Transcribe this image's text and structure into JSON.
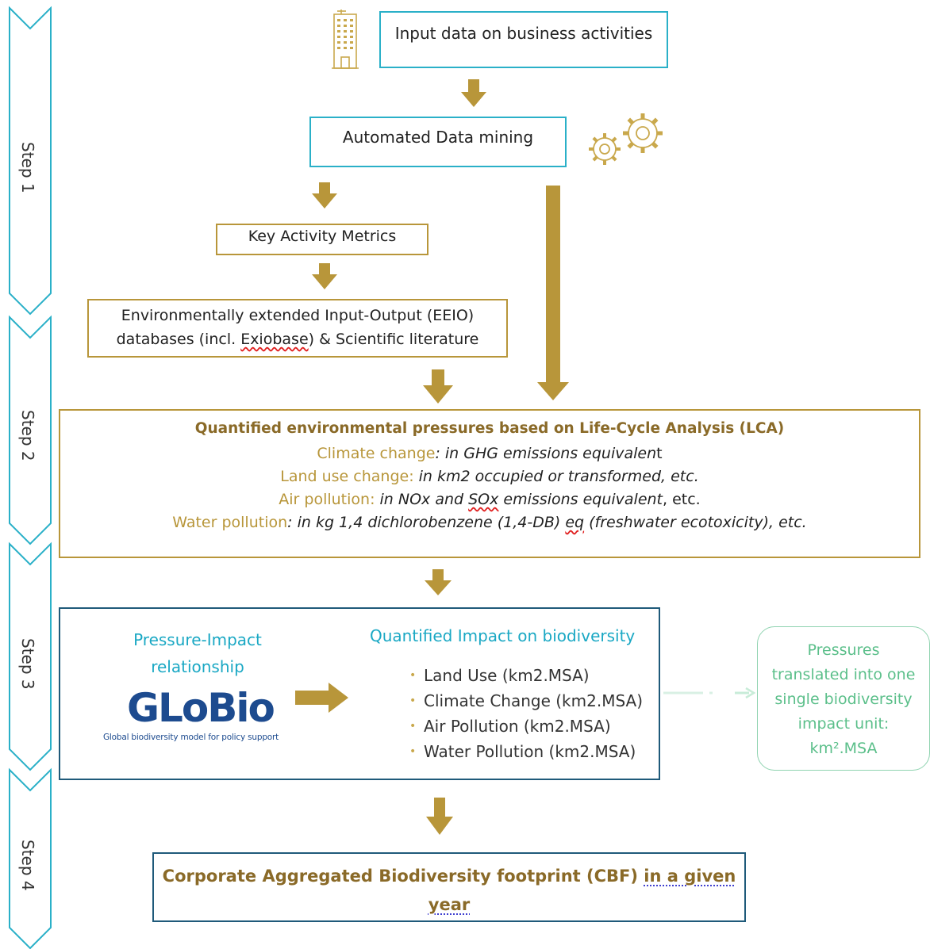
{
  "steps": [
    "Step 1",
    "Step 2",
    "Step 3",
    "Step 4"
  ],
  "icons": {
    "building": "building-icon",
    "gears": "gears-icon",
    "arrow": "arrow-down-icon"
  },
  "colors": {
    "gold": "#b8963a",
    "teal": "#2ab0c8",
    "navy": "#1f5a7a",
    "green": "#5bbf8a"
  },
  "input_box": "Input data on business activities",
  "mining_box": "Automated Data mining",
  "metrics_box": "Key Activity Metrics",
  "eeio": {
    "line1": "Environmentally extended Input-Output (EEIO)",
    "line2_a": "databases (incl. ",
    "line2_b": "Exiobase",
    "line2_c": ") & Scientific literature"
  },
  "lca": {
    "title": "Quantified environmental pressures based on Life-Cycle Analysis (LCA)",
    "climate_label": "Climate change",
    "climate_text": ": in GHG emissions equivalen",
    "climate_end": "t",
    "land_label": "Land use change:",
    "land_text": " in km2 occupied or transformed, etc.",
    "air_label": "Air pollution:",
    "air_text_a": " in NOx and ",
    "air_text_b": "SOx",
    "air_text_c": " emissions equivalent",
    "air_text_d": ", etc.",
    "water_label": "Water pollution",
    "water_text_a": ": in kg 1,4 dichlorobenzene (1,4-DB) ",
    "water_text_b": "eq",
    "water_text_c": " (freshwater ecotoxicity), etc."
  },
  "step3": {
    "pressure_title_1": "Pressure-Impact",
    "pressure_title_2": "relationship",
    "logo_text": "GLoBio",
    "logo_sub": "Global biodiversity model for policy support",
    "impact_title": "Quantified Impact on biodiversity",
    "impacts": [
      "Land Use (km2.MSA)",
      "Climate Change (km2.MSA)",
      "Air Pollution (km2.MSA)",
      "Water Pollution (km2.MSA)"
    ]
  },
  "side_note": [
    "Pressures",
    "translated into one",
    "single biodiversity",
    "impact unit:",
    "km².MSA"
  ],
  "cbf": {
    "part_a": "Corporate Aggregated Biodiversity footprint (CBF) ",
    "part_b": "in a given",
    "part_c": "year"
  }
}
